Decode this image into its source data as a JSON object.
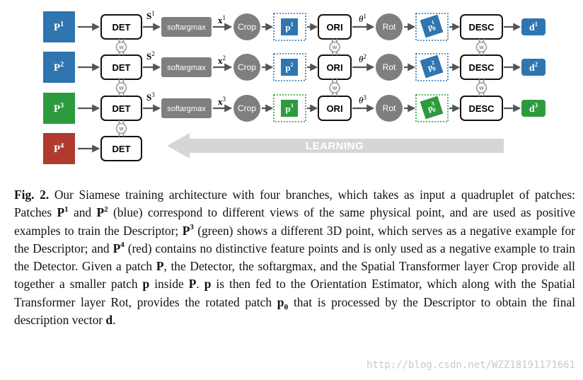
{
  "diagram": {
    "rows": [
      {
        "patch": "P",
        "patch_sup": "1",
        "color": "#2f75b0",
        "det": "DET",
        "score": "S",
        "score_sup": "1",
        "softargmax": "softargmax",
        "coord": "x",
        "coord_sup": "1",
        "crop": "Crop",
        "small": "p",
        "small_sup": "1",
        "ori": "ORI",
        "angle": "θ",
        "angle_sup": "1",
        "rot": "Rot",
        "rotated": "p",
        "rotated_sup": "1",
        "rotated_sub": "θ",
        "desc": "DESC",
        "out": "d",
        "out_sup": "1"
      },
      {
        "patch": "P",
        "patch_sup": "2",
        "color": "#2f75b0",
        "det": "DET",
        "score": "S",
        "score_sup": "2",
        "softargmax": "softargmax",
        "coord": "x",
        "coord_sup": "2",
        "crop": "Crop",
        "small": "p",
        "small_sup": "2",
        "ori": "ORI",
        "angle": "θ",
        "angle_sup": "2",
        "rot": "Rot",
        "rotated": "p",
        "rotated_sup": "2",
        "rotated_sub": "θ",
        "desc": "DESC",
        "out": "d",
        "out_sup": "2"
      },
      {
        "patch": "P",
        "patch_sup": "3",
        "color": "#2e9a3e",
        "det": "DET",
        "score": "S",
        "score_sup": "3",
        "softargmax": "softargmax",
        "coord": "x",
        "coord_sup": "3",
        "crop": "Crop",
        "small": "p",
        "small_sup": "3",
        "ori": "ORI",
        "angle": "θ",
        "angle_sup": "3",
        "rot": "Rot",
        "rotated": "p",
        "rotated_sup": "3",
        "rotated_sub": "θ",
        "desc": "DESC",
        "out": "d",
        "out_sup": "3"
      },
      {
        "patch": "P",
        "patch_sup": "4",
        "color": "#b03a2e",
        "det": "DET"
      }
    ],
    "shared_weight_label": "W",
    "learning_label": "LEARNING",
    "colors": {
      "gray_node": "#7f7f7f",
      "arrow": "#555555",
      "learning_arrow": "#d6d6d6",
      "blue": "#2f75b0",
      "green": "#2e9a3e",
      "red": "#b03a2e"
    }
  },
  "caption": {
    "fig_label": "Fig. 2.",
    "segments": [
      {
        "t": " Our Siamese training architecture with four branches, which takes as input a quadruplet of patches: Patches "
      },
      {
        "t": "P",
        "b": true,
        "sup": "1"
      },
      {
        "t": " and "
      },
      {
        "t": "P",
        "b": true,
        "sup": "2"
      },
      {
        "t": " (blue) correspond to different views of the same physical point, and are used as positive examples to train the Descriptor; "
      },
      {
        "t": "P",
        "b": true,
        "sup": "3"
      },
      {
        "t": " (green) shows a different 3D point, which serves as a negative example for the Descriptor; and "
      },
      {
        "t": "P",
        "b": true,
        "sup": "4"
      },
      {
        "t": " (red) contains no distinctive feature points and is only used as a negative example to train the Detector. Given a patch "
      },
      {
        "t": "P",
        "b": true
      },
      {
        "t": ", the Detector, the softargmax, and the Spatial Transformer layer Crop provide all together a smaller patch "
      },
      {
        "t": "p",
        "b": true
      },
      {
        "t": " inside "
      },
      {
        "t": "P",
        "b": true
      },
      {
        "t": ". "
      },
      {
        "t": "p",
        "b": true
      },
      {
        "t": " is then fed to the Orientation Estimator, which along with the Spatial Transformer layer Rot, provides the rotated patch "
      },
      {
        "t": "p",
        "b": true,
        "sub": "θ"
      },
      {
        "t": " that is processed by the Descriptor to obtain the final description vector "
      },
      {
        "t": "d",
        "b": true
      },
      {
        "t": "."
      }
    ]
  },
  "watermark": "http://blog.csdn.net/WZZ18191171661"
}
